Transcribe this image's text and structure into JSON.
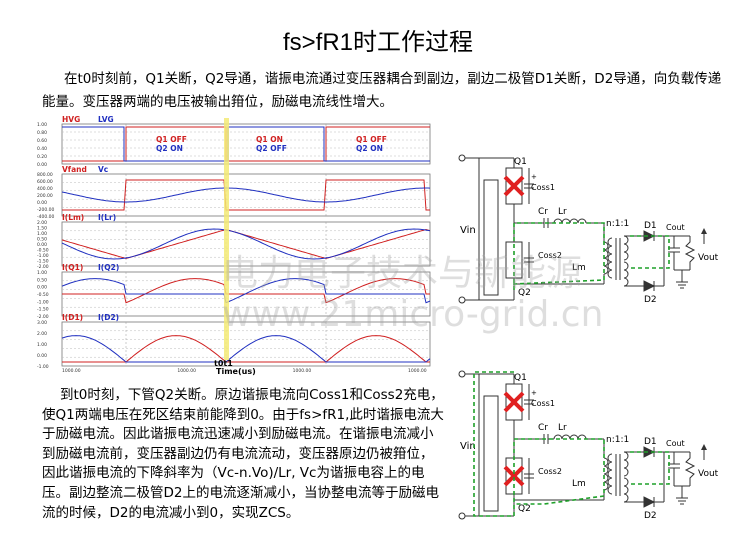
{
  "slide": {
    "title": "fs>fR1时工作过程",
    "intro": "在t0时刻前，Q1关断，Q2导通，谐振电流通过变压器耦合到副边，副边二极管D1关断，D2导通，向负载传递能量。变压器两端的电压被输出箝位，励磁电流线性增大。",
    "body": "到t0时刻，下管Q2关断。原边谐振电流向Coss1和Coss2充电，使Q1两端电压在死区结束前能降到0。由于fs>fR1,此时谐振电流大于励磁电流。因此谐振电流迅速减小到励磁电流。在谐振电流减小到励磁电流前，变压器副边仍有电流流动，变压器原边仍被箝位，因此谐振电流的下降斜率为（Vc-n.Vo)/Lr, Vc为谐振电容上的电压。副边整流二极管D2上的电流逐渐减小，当协整电流等于励磁电流的时候，D2的电流减小到0，实现ZCS。"
  },
  "waveform": {
    "panels": [
      {
        "label1": "HVG",
        "label2": "LVG",
        "c1": "#d02020",
        "c2": "#2030c0"
      },
      {
        "label1": "Vfand",
        "label2": "Vc",
        "c1": "#d02020",
        "c2": "#2030c0"
      },
      {
        "label1": "I(Lm)",
        "label2": "I(Lr)",
        "c1": "#d02020",
        "c2": "#2030c0"
      },
      {
        "label1": "I(Q1)",
        "label2": "I(Q2)",
        "c1": "#d02020",
        "c2": "#2030c0"
      },
      {
        "label1": "I(D1)",
        "label2": "I(D2)",
        "c1": "#d02020",
        "c2": "#2030c0"
      }
    ],
    "states": [
      {
        "a": "Q1 OFF",
        "b": "Q2 ON"
      },
      {
        "a": "Q1 ON",
        "b": "Q2 OFF"
      },
      {
        "a": "Q1 OFF",
        "b": "Q2 ON"
      }
    ],
    "marker": "t0t1",
    "xlabel": "Time(us)",
    "ticks": [
      [
        "1.00",
        "0.80",
        "0.60",
        "0.40",
        "0.20",
        "0.00"
      ],
      [
        "800.00",
        "600.00",
        "400.00",
        "200.00",
        "0.00",
        "-200.00",
        "-400.00"
      ],
      [
        "2.00",
        "1.50",
        "1.00",
        "0.50",
        "0.00",
        "-0.50",
        "-1.00",
        "-1.50",
        "-2.00"
      ],
      [
        "1.00",
        "0.50",
        "0.00",
        "-0.50",
        "-1.00",
        "-1.50",
        "-2.00"
      ],
      [
        "3.00",
        "2.00",
        "1.00",
        "0.00",
        "-1.00"
      ]
    ],
    "xticks": [
      "1000.00",
      "1000.00",
      "1000.00",
      "1000.00"
    ]
  },
  "circuit": {
    "vin": "Vin",
    "q1": "Q1",
    "q2": "Q2",
    "coss1": "Coss1",
    "coss2": "Coss2",
    "cr": "Cr",
    "lr": "Lr",
    "lm": "Lm",
    "ratio": "n:1:1",
    "d1": "D1",
    "d2": "D2",
    "cout": "Cout",
    "vout": "Vout",
    "plus": "+"
  },
  "watermark": {
    "line1": "电力电子技术与新能源",
    "line2": "www.21micro-grid.cn"
  }
}
